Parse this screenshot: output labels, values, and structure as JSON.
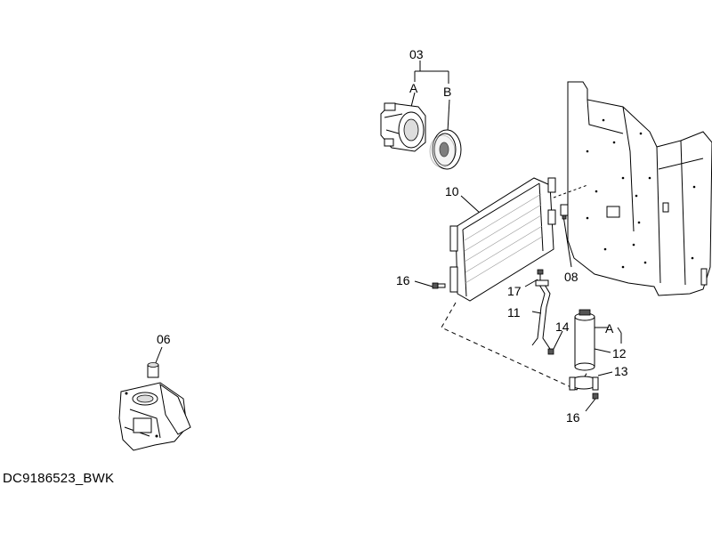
{
  "callouts": {
    "c03": "03",
    "cA_top": "A",
    "cB_top": "B",
    "c10": "10",
    "c08": "08",
    "c16_left": "16",
    "c17": "17",
    "c11": "11",
    "c14": "14",
    "cA_right": "A",
    "c12": "12",
    "c13": "13",
    "c16_bottom": "16",
    "c06": "06"
  },
  "drawing_code": "DC9186523_BWK"
}
